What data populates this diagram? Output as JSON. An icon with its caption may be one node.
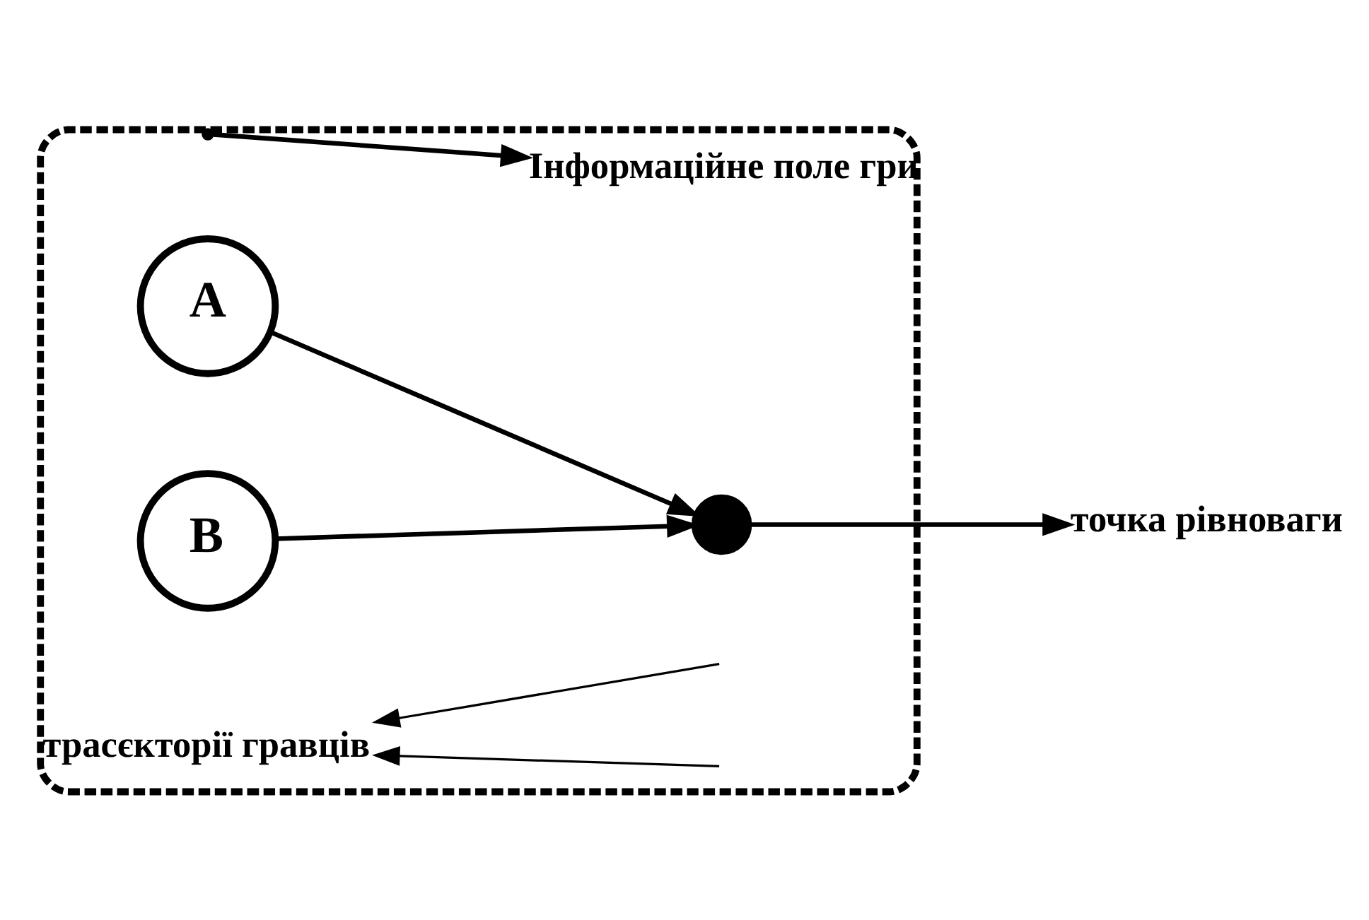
{
  "diagram": {
    "nodes": [
      {
        "text": [],
        "shape": "ellipse"
      },
      {
        "text": [
          "Інформаційне поле гри"
        ],
        "in": 0
      },
      {
        "text": [
          "A"
        ],
        "in": 0
      },
      {
        "text": [
          "B"
        ],
        "in": 0
      },
      {
        "text": [],
        "shape": "circle",
        "in": 0
      },
      {
        "text": [
          "трасєкторії гравців"
        ],
        "in": 0
      },
      {
        "text": [
          "точка рівноваги"
        ]
      }
    ],
    "edges": [
      {
        "from": 0,
        "to": 1,
        "arrow": "to"
      },
      {
        "from": 2,
        "to": 4,
        "arrow": "to"
      },
      {
        "from": 3,
        "to": 4,
        "arrow": "to"
      },
      {
        "from": 4,
        "to": 6,
        "arrow": "to"
      },
      {
        "from": null,
        "to": 5,
        "arrow": "to"
      },
      {
        "from": null,
        "to": 5,
        "arrow": "to"
      }
    ]
  }
}
